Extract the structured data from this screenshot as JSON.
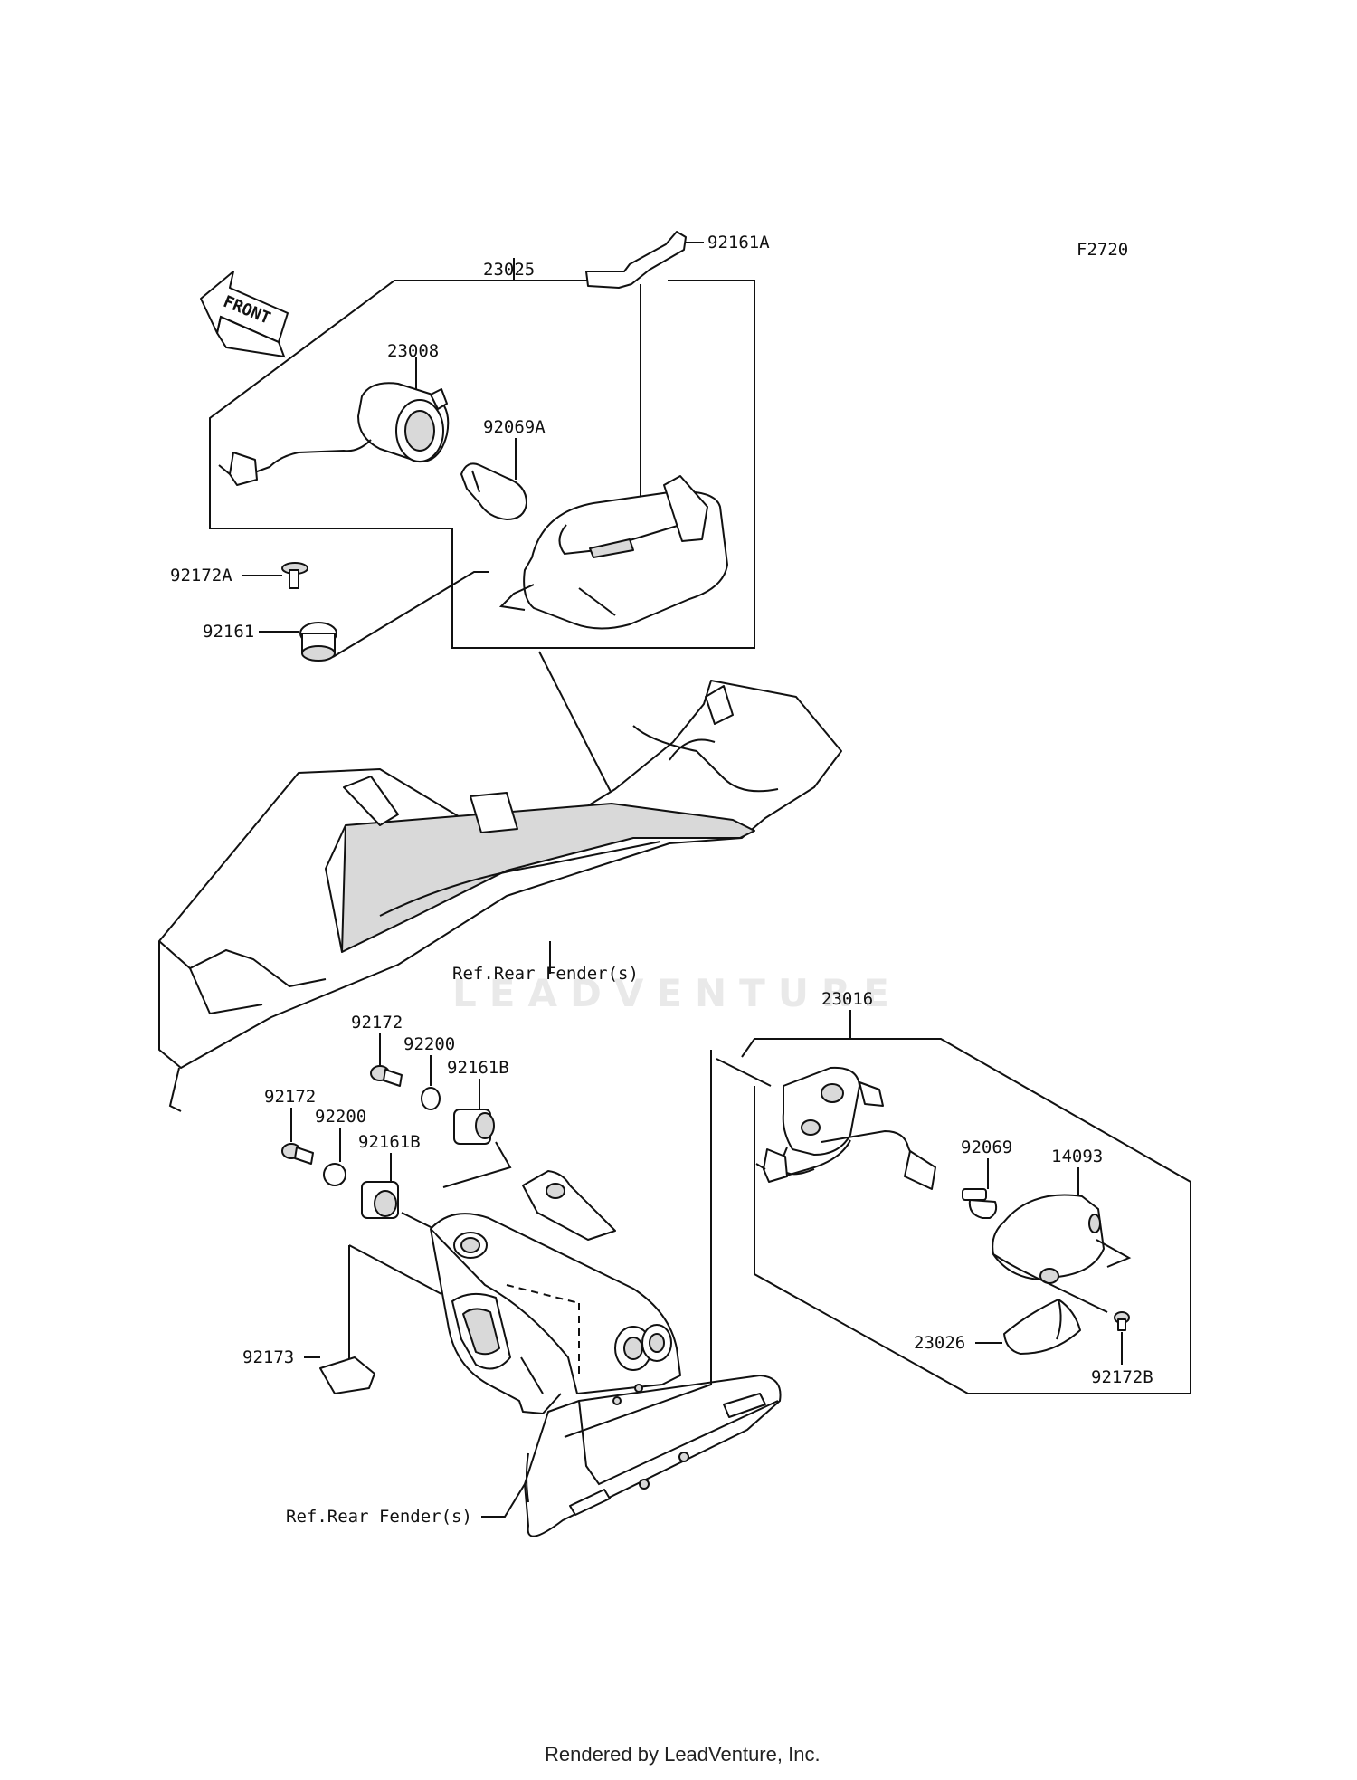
{
  "figure_code": "F2720",
  "front_label": "FRONT",
  "watermark": "LEADVENTURE",
  "footer": "Rendered by LeadVenture, Inc.",
  "callouts": {
    "p23025": "23025",
    "p92161A": "92161A",
    "p23008": "23008",
    "p92069A": "92069A",
    "p92172A": "92172A",
    "p92161": "92161",
    "ref_fender_upper": "Ref.Rear Fender(s)",
    "p23016": "23016",
    "p92172_a": "92172",
    "p92200_a": "92200",
    "p92161B_a": "92161B",
    "p92172_b": "92172",
    "p92200_b": "92200",
    "p92161B_b": "92161B",
    "p92069": "92069",
    "p14093": "14093",
    "p92173": "92173",
    "p23026": "23026",
    "p92172B": "92172B",
    "ref_fender_lower": "Ref.Rear Fender(s)"
  }
}
